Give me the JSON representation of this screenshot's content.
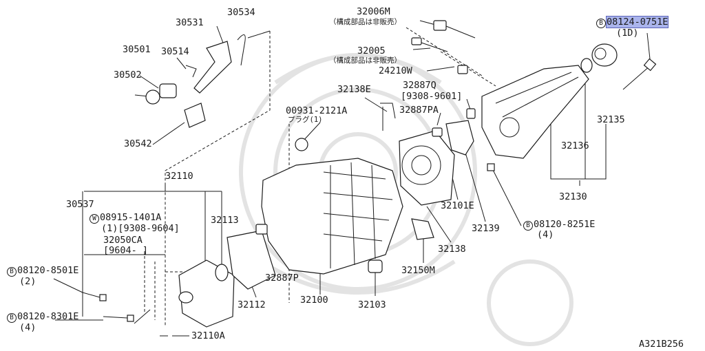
{
  "diagram_id": "A321B256",
  "callouts": {
    "p30534": "30534",
    "p30531": "30531",
    "p30501": "30501",
    "p30514": "30514",
    "p30502": "30502",
    "p30542": "30542",
    "p32110": "32110",
    "p30537": "30537",
    "p08915_code": "08915-1401A",
    "p08915_marker": "W",
    "p08915_qty": "(1)[9308-9604]",
    "p32113": "32113",
    "p32050": "32050CA",
    "p32050_range": "[9604-      ]",
    "b08120_8501_code": "08120-8501E",
    "b08120_8501_marker": "B",
    "b08120_8501_qty": "(2)",
    "b08120_8301_code": "08120-8301E",
    "b08120_8301_marker": "B",
    "b08120_8301_qty": "(4)",
    "p32110A": "32110A",
    "p32112": "32112",
    "p32887P": "32887P",
    "p32100": "32100",
    "p32103": "32103",
    "p32150M": "32150M",
    "p32138": "32138",
    "p32139": "32139",
    "p32101E": "32101E",
    "b08120_8251_code": "08120-8251E",
    "b08120_8251_marker": "B",
    "b08120_8251_qty": "(4)",
    "p32130": "32130",
    "p32136": "32136",
    "p32135": "32135",
    "b08124_code": "08124-0751E",
    "b08124_marker": "B",
    "b08124_qty": "(1D)",
    "p32006M": "32006M",
    "p32006M_note": "（構成部品は非販売）",
    "p32005": "32005",
    "p32005_note": "（構成部品は非販売）",
    "p24210W": "24210W",
    "p32138E": "32138E",
    "p32887Q": "32887Q",
    "p32887Q_range": "[9308-9601]",
    "p32887PA": "32887PA",
    "p00931": "00931-2121A",
    "p00931_note": "プラグ(1)"
  },
  "colors": {
    "line": "#1a1a1a",
    "highlight": "#aab4ec",
    "watermark": "#e3e3e3"
  }
}
